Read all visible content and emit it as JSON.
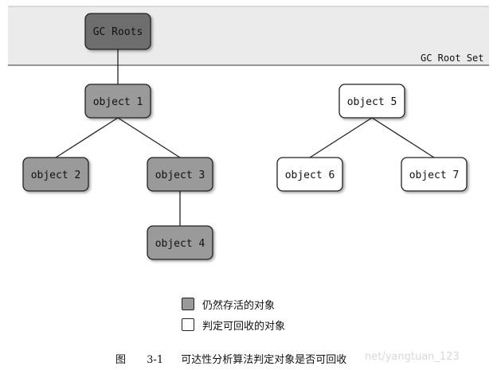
{
  "diagram": {
    "root_set_label": "GC Root Set",
    "nodes": {
      "gc_roots": "GC Roots",
      "object1": "object 1",
      "object2": "object 2",
      "object3": "object 3",
      "object4": "object 4",
      "object5": "object 5",
      "object6": "object 6",
      "object7": "object 7"
    },
    "colors": {
      "root_set_band": "#ebebeb",
      "gc_roots_fill": "#6e6e6e",
      "alive_fill": "#9a9a9a",
      "collectable_fill": "#ffffff",
      "edge": "#222222"
    }
  },
  "legend": {
    "alive_label": "仍然存活的对象",
    "collectable_label": "判定可回收的对象"
  },
  "caption": {
    "prefix": "图",
    "number": "3-1",
    "text": "可达性分析算法判定对象是否可回收"
  },
  "watermark": "net/yangtuan_123"
}
